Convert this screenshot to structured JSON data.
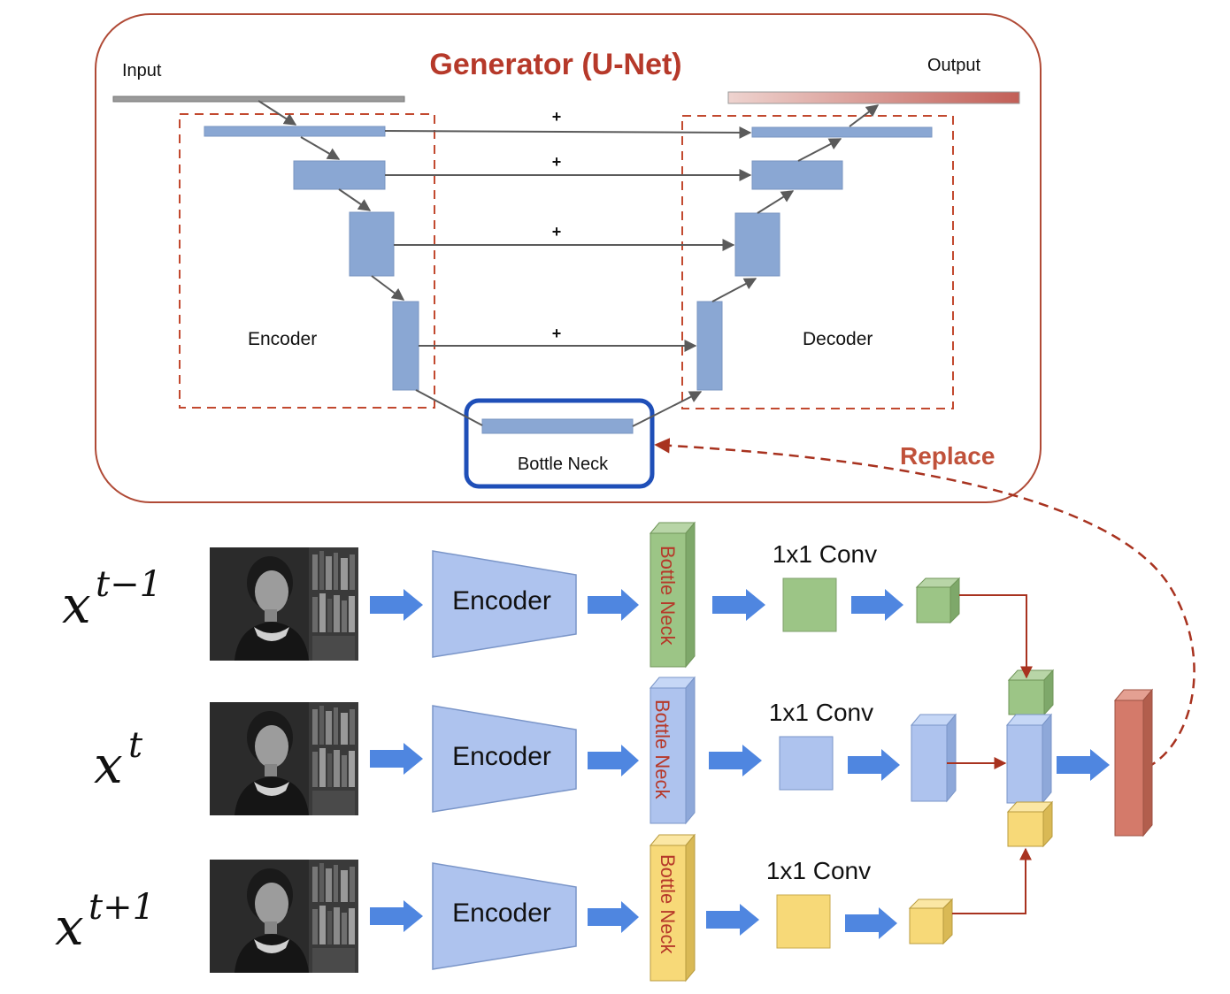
{
  "colors": {
    "frame": "#b04a36",
    "accent_red": "#b6392a",
    "bottleneck_box": "#1f4fb8",
    "unet_block": "#8aa7d3",
    "encoder_fill": "#aec3ee",
    "arrow_blue": "#4f86e0",
    "green": "#9cc586",
    "blue_cube": "#a9c1ee",
    "yellow": "#f7d978",
    "salmon": "#d47a6a"
  },
  "unet": {
    "title": "Generator (U-Net)",
    "input_label": "Input",
    "output_label": "Output",
    "encoder_label": "Encoder",
    "decoder_label": "Decoder",
    "bottleneck_label": "Bottle Neck",
    "skip_symbol": "+",
    "replace_label": "Replace"
  },
  "rows": [
    {
      "id": "prev",
      "frame_base": "x",
      "frame_sup": "t−1",
      "image_icon": "film-frame-portrait",
      "encoder_label": "Encoder",
      "bottleneck_label": "Bottle Neck",
      "conv_label": "1x1 Conv",
      "color": "green"
    },
    {
      "id": "curr",
      "frame_base": "x",
      "frame_sup": "t",
      "image_icon": "film-frame-portrait",
      "encoder_label": "Encoder",
      "bottleneck_label": "Bottle Neck",
      "conv_label": "1x1 Conv",
      "color": "blue"
    },
    {
      "id": "next",
      "frame_base": "x",
      "frame_sup": "t+1",
      "image_icon": "film-frame-portrait",
      "encoder_label": "Encoder",
      "bottleneck_label": "Bottle Neck",
      "conv_label": "1x1 Conv",
      "color": "yellow"
    }
  ]
}
